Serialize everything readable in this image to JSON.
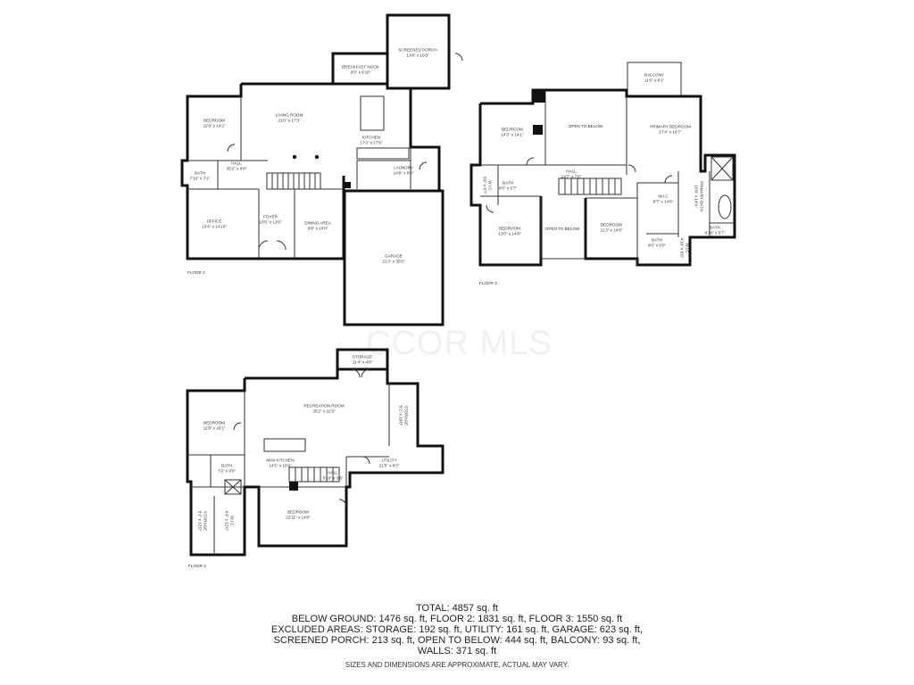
{
  "watermark": "CCOR MLS",
  "floors": [
    {
      "key": "floor2",
      "label": "FLOOR 2",
      "rooms": [
        {
          "name": "BEDROOM",
          "dim": "11'9\" x 14'2\""
        },
        {
          "name": "LIVING ROOM",
          "dim": "21'0\" x 17'3\""
        },
        {
          "name": "BREAKFAST NOOK",
          "dim": "9'0\" x 6'10\""
        },
        {
          "name": "SCREENED PORCH",
          "dim": "13'8\" x 16'3\""
        },
        {
          "name": "KITCHEN",
          "dim": "17'2\" x 17'6\""
        },
        {
          "name": "BATH",
          "dim": "7'10\" x 7'1\""
        },
        {
          "name": "HALL",
          "dim": "35'2\" x 9'9\""
        },
        {
          "name": "LAUNDRY",
          "dim": "14'9\" x 6'8\""
        },
        {
          "name": "OFFICE",
          "dim": "13'4\" x 14'10\""
        },
        {
          "name": "FOYER",
          "dim": "10'5\" x 13'6\""
        },
        {
          "name": "DINING AREA",
          "dim": "9'8\" x 10'0\""
        },
        {
          "name": "GARAGE",
          "dim": "21'3\" x 35'0\""
        }
      ]
    },
    {
      "key": "floor3",
      "label": "FLOOR 3",
      "rooms": [
        {
          "name": "BALCONY",
          "dim": "11'6\" x 8'1\""
        },
        {
          "name": "BEDROOM",
          "dim": "14'3\" x 14'1\""
        },
        {
          "name": "OPEN TO BELOW",
          "dim": ""
        },
        {
          "name": "PRIMARY BEDROOM",
          "dim": "17'4\" x 16'7\""
        },
        {
          "name": "HALL",
          "dim": "24'7\" x 7'5\""
        },
        {
          "name": "BATH",
          "dim": "8'0\" x 5'7\""
        },
        {
          "name": "W.I.C",
          "dim": "5'6\" x 8'7\""
        },
        {
          "name": "W.I.C",
          "dim": "8'7\" x 14'8\""
        },
        {
          "name": "PRIMARY BATH",
          "dim": "15'8\" x 14'9\""
        },
        {
          "name": "BEDROOM",
          "dim": "13'0\" x 14'8\""
        },
        {
          "name": "OPEN TO BELOW",
          "dim": ""
        },
        {
          "name": "BEDROOM",
          "dim": "11'3\" x 14'8\""
        },
        {
          "name": "BATH",
          "dim": "8'0\" x 6'0\""
        },
        {
          "name": "W.I.C",
          "dim": "4'10\" x 6'8\""
        },
        {
          "name": "BATH",
          "dim": "6'10\" x 5'7\""
        }
      ]
    },
    {
      "key": "floor1",
      "label": "FLOOR 1",
      "rooms": [
        {
          "name": "STORAGE",
          "dim": "11'4\" x 4'0\""
        },
        {
          "name": "RECREATION ROOM",
          "dim": "35'2\" x 22'3\""
        },
        {
          "name": "BEDROOM",
          "dim": "11'9\" x 20'1\""
        },
        {
          "name": "STORAGE",
          "dim": "5'2\" x 10'0\""
        },
        {
          "name": "MINI KITCHEN",
          "dim": "14'5\" x 10'9\""
        },
        {
          "name": "UTILITY",
          "dim": "21'5\" x 8'3\""
        },
        {
          "name": "BATH",
          "dim": "7'2\" x 9'0\""
        },
        {
          "name": "HALL",
          "dim": "5'10\" x 3'8\""
        },
        {
          "name": "BEDROOM",
          "dim": "22'11\" x 14'8\""
        },
        {
          "name": "STORAGE",
          "dim": "8'1\" x 12'0\""
        },
        {
          "name": "W.I.C",
          "dim": "6'4\" x 12'0\""
        }
      ]
    }
  ],
  "summary": {
    "total": "TOTAL: 4857 sq. ft",
    "line1": "BELOW GROUND: 1476 sq. ft, FLOOR 2: 1831 sq. ft, FLOOR 3: 1550 sq. ft",
    "line2": "EXCLUDED AREAS: STORAGE: 192 sq. ft, UTILITY: 161 sq. ft, GARAGE: 623 sq. ft,",
    "line3": "SCREENED PORCH: 213 sq. ft, OPEN TO BELOW: 444 sq. ft, BALCONY: 93 sq. ft,",
    "line4": "WALLS: 371 sq. ft",
    "disclaimer": "SIZES AND DIMENSIONS ARE APPROXIMATE, ACTUAL MAY VARY."
  }
}
